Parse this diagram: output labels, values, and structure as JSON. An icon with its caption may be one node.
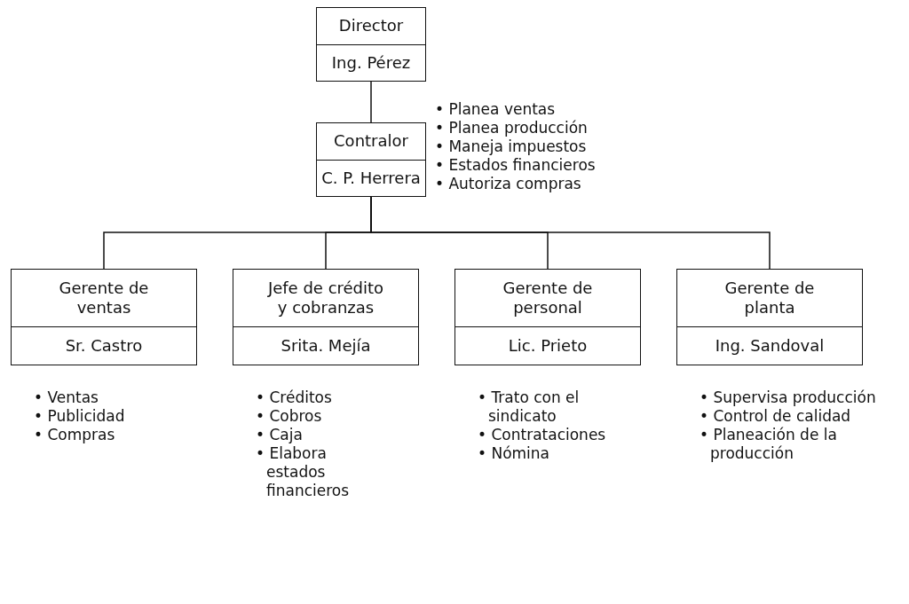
{
  "diagram": {
    "nodes": [
      {
        "text": [
          "Director",
          "Ing. Pérez"
        ]
      },
      {
        "text": [
          "Contralor",
          "C. P. Herrera"
        ],
        "beside": [
          "• Planea ventas",
          "• Planea producción",
          "• Maneja impuestos",
          "• Estados financieros",
          "• Autoriza compras"
        ]
      },
      {
        "text": [
          "Gerente de ventas",
          "Sr. Castro"
        ],
        "beside": [
          "• Ventas",
          "• Publicidad",
          "• Compras"
        ]
      },
      {
        "text": [
          "Jefe de crédito y cobranzas",
          "Srita. Mejía"
        ],
        "beside": [
          "• Créditos",
          "• Cobros",
          "• Caja",
          "• Elabora estados financieros"
        ]
      },
      {
        "text": [
          "Gerente de personal",
          "Lic. Prieto"
        ],
        "beside": [
          "• Trato con el sindicato",
          "• Contrataciones",
          "• Nómina"
        ]
      },
      {
        "text": [
          "Gerente de planta",
          "Ing. Sandoval"
        ],
        "beside": [
          "• Supervisa producción",
          "• Control de calidad",
          "• Planeación de la producción"
        ]
      }
    ],
    "edges": [
      {
        "from": 0,
        "to": 1,
        "arrow": "none"
      },
      {
        "from": 1,
        "to": 2,
        "arrow": "none"
      },
      {
        "from": 1,
        "to": 3,
        "arrow": "none"
      },
      {
        "from": 1,
        "to": 4,
        "arrow": "none"
      },
      {
        "from": 1,
        "to": 5,
        "arrow": "none"
      }
    ]
  }
}
